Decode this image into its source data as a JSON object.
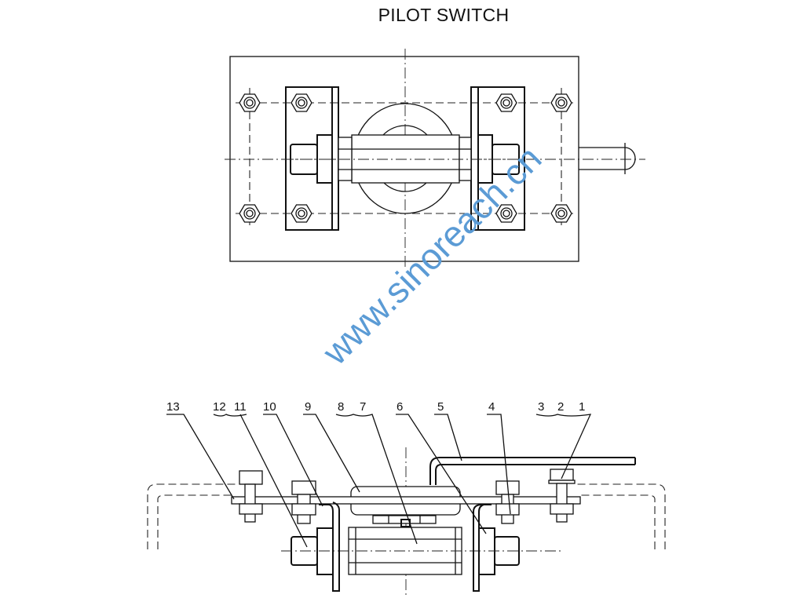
{
  "title": "PILOT SWITCH",
  "watermark": "www.sinoreach.cn",
  "watermark_color": "#5b9bd5",
  "part_labels": [
    "13",
    "12",
    "11",
    "10",
    "9",
    "8",
    "7",
    "6",
    "5",
    "4",
    "3",
    "2",
    "1"
  ]
}
